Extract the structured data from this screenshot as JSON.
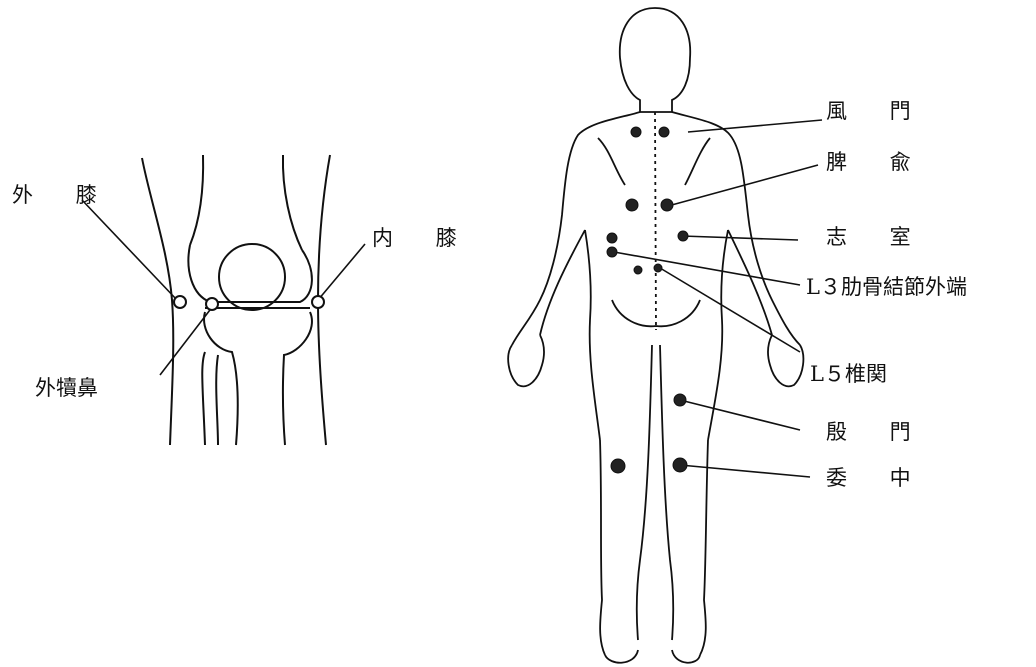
{
  "knee": {
    "labels": {
      "lateral_hollow": "外 膝",
      "medial_hollow": "内 膝",
      "lateral_calf_nose": "外犢鼻"
    }
  },
  "body": {
    "labels": {
      "fumon": "風 門",
      "hiyu": "脾 兪",
      "shishitsu": "志 室",
      "l3_rib_end": "L３肋骨結節外端",
      "l5_vertebra": "L５椎関",
      "inmon": "殷 門",
      "ichu": "委 中"
    }
  },
  "colors": {
    "ink": "#111111",
    "point_fill": "#222222",
    "background": "#ffffff"
  }
}
